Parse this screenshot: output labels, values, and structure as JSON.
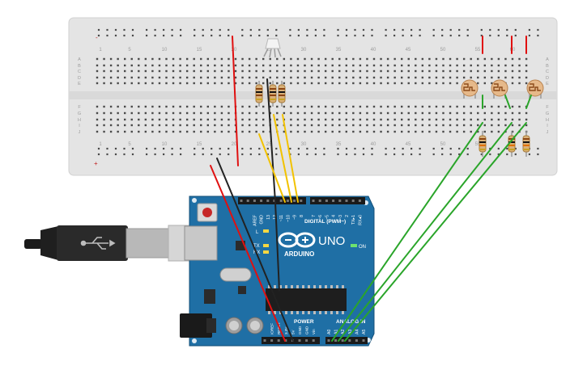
{
  "breadboard": {
    "column_numbers": [
      "1",
      "5",
      "10",
      "15",
      "20",
      "25",
      "30",
      "35",
      "40",
      "45",
      "50",
      "55",
      "60"
    ],
    "row_letters_top": [
      "A",
      "B",
      "C",
      "D",
      "E"
    ],
    "row_letters_bottom": [
      "F",
      "G",
      "H",
      "I",
      "J"
    ],
    "rail_minus": "-",
    "rail_plus": "+"
  },
  "arduino": {
    "logo_text": "ARDUINO",
    "model_text": "UNO",
    "digital_label": "DIGITAL (PWM~)",
    "power_label": "POWER",
    "analog_label": "ANALOG IN",
    "on_label": "ON",
    "l_label": "L",
    "tx_label": "TX",
    "rx_label": "RX",
    "top_header_labels": [
      "AREF",
      "GND",
      "13",
      "12",
      "~11",
      "~10",
      "~9",
      "8",
      "7",
      "~6",
      "~5",
      "4",
      "~3",
      "2",
      "TX▸1",
      "RX◂0"
    ],
    "power_pin_labels": [
      "IOREF",
      "RESET",
      "3.3V",
      "5V",
      "GND",
      "GND",
      "Vin"
    ],
    "analog_pin_labels": [
      "A0",
      "A1",
      "A2",
      "A3",
      "A4",
      "A5"
    ]
  },
  "colors": {
    "board_blue": "#1f6fa5",
    "breadboard": "#e4e4e4",
    "wire_red": "#e01010",
    "wire_black": "#222222",
    "wire_yellow": "#f2c200",
    "wire_green": "#2aa52a"
  }
}
